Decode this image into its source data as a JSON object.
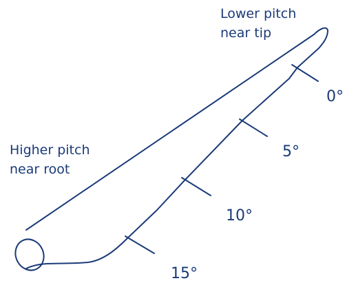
{
  "colors": {
    "line": "#1a3a78"
  },
  "annotations": {
    "tip": [
      "Lower pitch",
      "near tip"
    ],
    "root": [
      "Higher pitch",
      "near root"
    ]
  },
  "pitch_marks": [
    {
      "label": "0°"
    },
    {
      "label": "5°"
    },
    {
      "label": "10°"
    },
    {
      "label": "15°"
    }
  ]
}
